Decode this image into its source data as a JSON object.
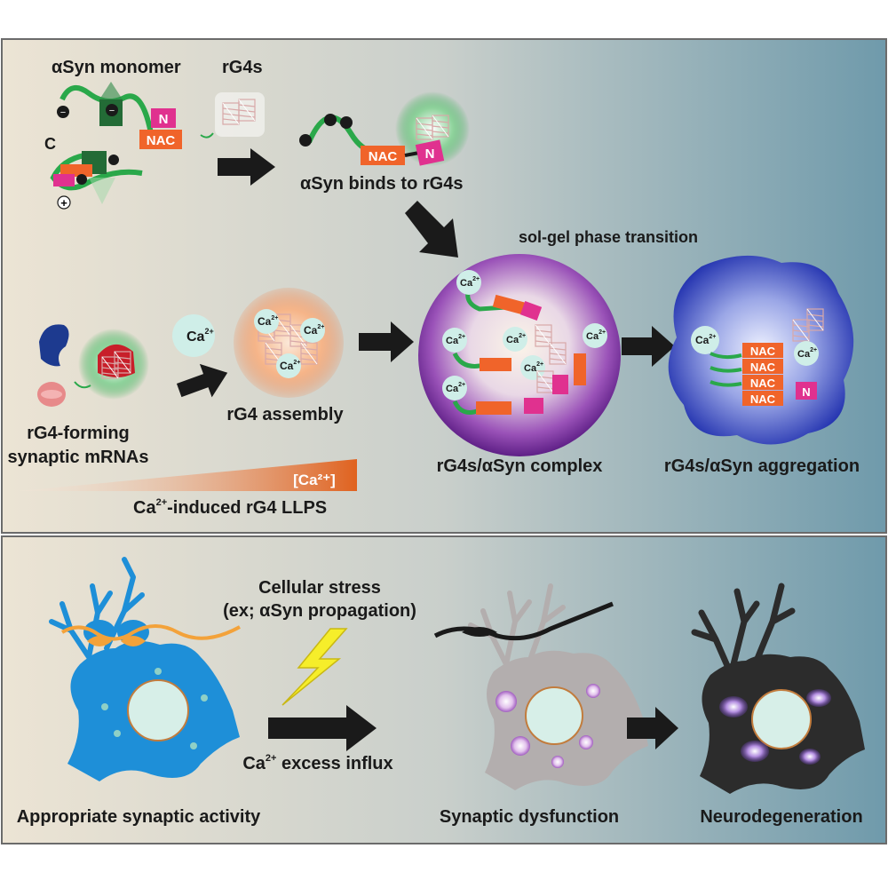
{
  "top_panel": {
    "monomer_title": "αSyn monomer",
    "rg4s_title": "rG4s",
    "c_label": "C",
    "plus_label": "+",
    "minus_label": "−",
    "binds_label": "αSyn binds to rG4s",
    "solgel_label": "sol-gel phase transition",
    "mrna_label_line1": "rG4-forming",
    "mrna_label_line2": "synaptic mRNAs",
    "ca_label": "Ca",
    "ca_sup": "2+",
    "assembly_label": "rG4 assembly",
    "complex_label": "rG4s/αSyn complex",
    "aggregation_label": "rG4s/αSyn aggregation",
    "gradient_label": "[Ca²⁺]",
    "llps_label_ca": "Ca",
    "llps_label_sup": "2+",
    "llps_label_rest": "-induced rG4 LLPS",
    "nac_label": "NAC",
    "n_label": "N"
  },
  "bottom_panel": {
    "stress_line1": "Cellular stress",
    "stress_line2": "(ex; αSyn propagation)",
    "influx_ca": "Ca",
    "influx_sup": "2+",
    "influx_rest": " excess influx",
    "state1": "Appropriate synaptic activity",
    "state2": "Synaptic dysfunction",
    "state3": "Neurodegeneration"
  },
  "colors": {
    "nac_orange": "#f0642a",
    "n_magenta": "#e0318f",
    "green": "#2aa84a",
    "neuron_blue": "#1e8fd8",
    "neuron_gray": "#b3aeae",
    "neuron_dark": "#2c2c2c",
    "arrow": "#1a1a1a",
    "droplet_purple": "#7a2fa0",
    "aggregate_blue": "#2a3fb8"
  }
}
